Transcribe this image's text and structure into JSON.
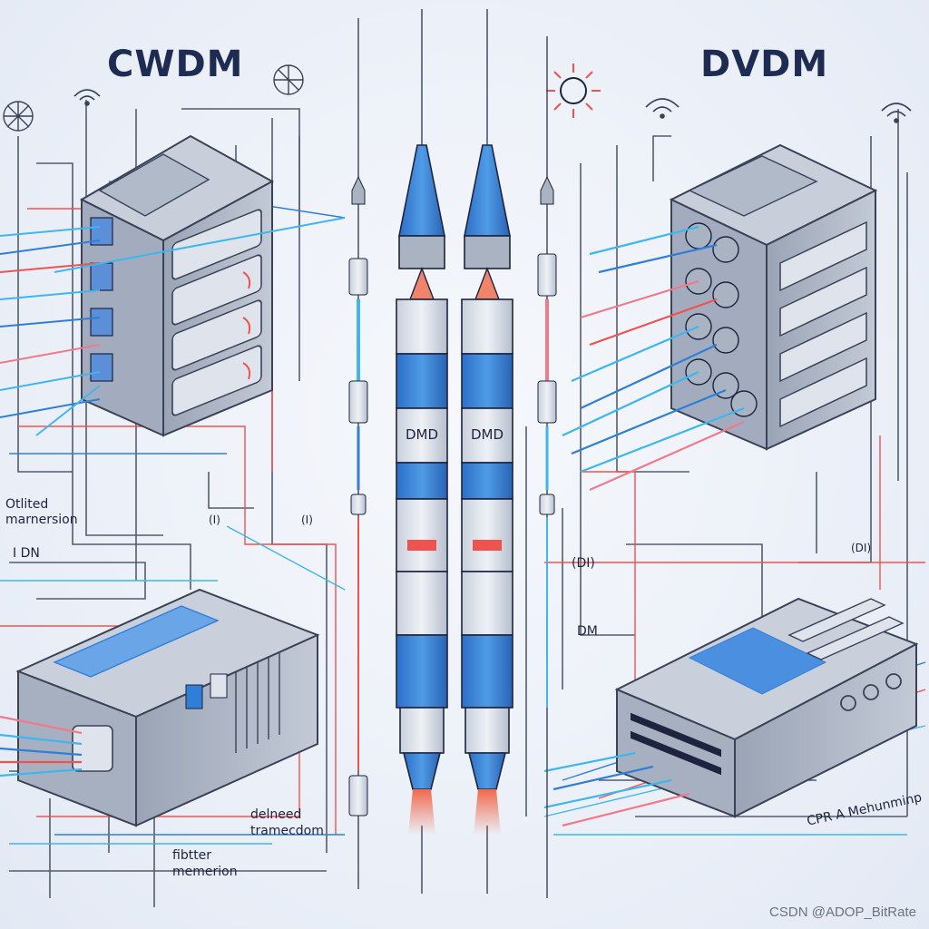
{
  "titles": {
    "left": "CWDM",
    "right": "DVDM"
  },
  "connector_labels": {
    "left": "DMD",
    "right": "DMD"
  },
  "labels": {
    "left_upper_1": "Otlited",
    "left_upper_2": "marnersion",
    "left_mid": "I DN",
    "small_1": "(I)",
    "small_2": "(I)",
    "bottom_center_1": "delneed",
    "bottom_center_2": "tramecdom",
    "bottom_left_1": "fibtter",
    "bottom_left_2": "memerion",
    "right_mid_1": "(DI)",
    "right_mid_2": "DM",
    "right_small": "(DI)",
    "right_bottom": "CPR A Mehunminp"
  },
  "watermark": "CSDN @ADOP_BitRate",
  "colors": {
    "navy": "#1e2b52",
    "blue": "#2f7fd6",
    "cyan": "#3fb6ef",
    "red": "#ef5350",
    "pink": "#f07a8a",
    "gray": "#8c96a8",
    "line": "#3a4258"
  }
}
